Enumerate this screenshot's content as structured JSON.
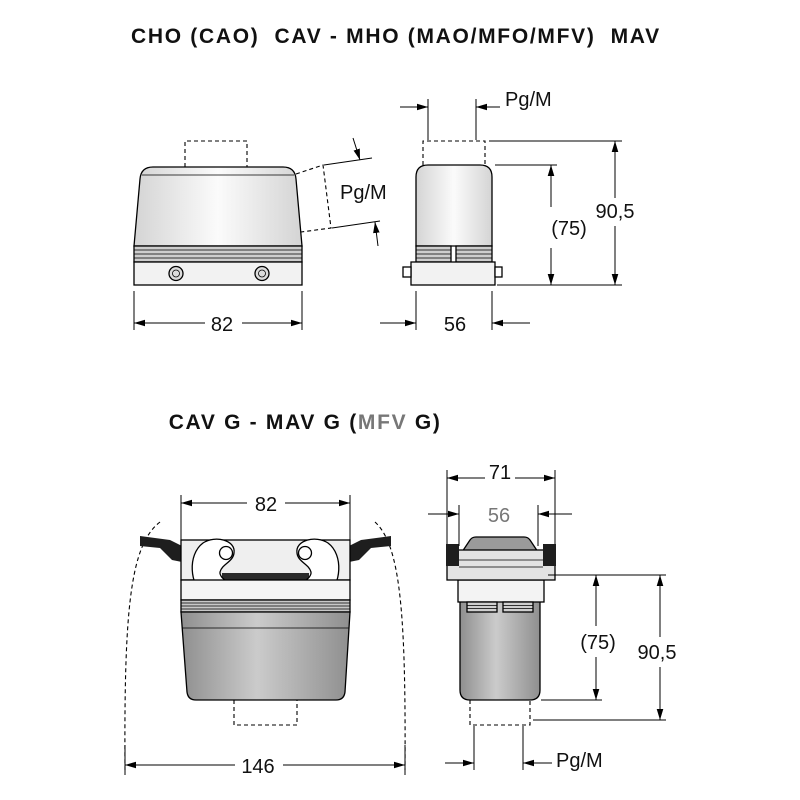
{
  "top_section": {
    "title": "CHO (CAO)  CAV - MHO (MAO/MFO/MFV)  MAV",
    "front_view": {
      "width": "82",
      "angled_entry_thread": "Pg/M"
    },
    "side_view": {
      "entry_thread": "Pg/M",
      "width": "56",
      "body_height": "(75)",
      "total_height": "90,5"
    }
  },
  "bottom_section": {
    "title": {
      "part1": "CAV G - MAV G (",
      "part2": "MFV",
      "part3": " G)"
    },
    "front_view": {
      "width": "82",
      "overall_width": "146"
    },
    "side_view": {
      "outer_width": "71",
      "inner_width": "56",
      "body_height": "(75)",
      "total_height": "90,5",
      "entry_thread": "Pg/M"
    }
  },
  "colors": {
    "line": "#000000",
    "title_text": "#111111",
    "muted_text": "#777777",
    "lever_fill": "#1e1e1e",
    "body_shade": "#8f8f8f"
  }
}
